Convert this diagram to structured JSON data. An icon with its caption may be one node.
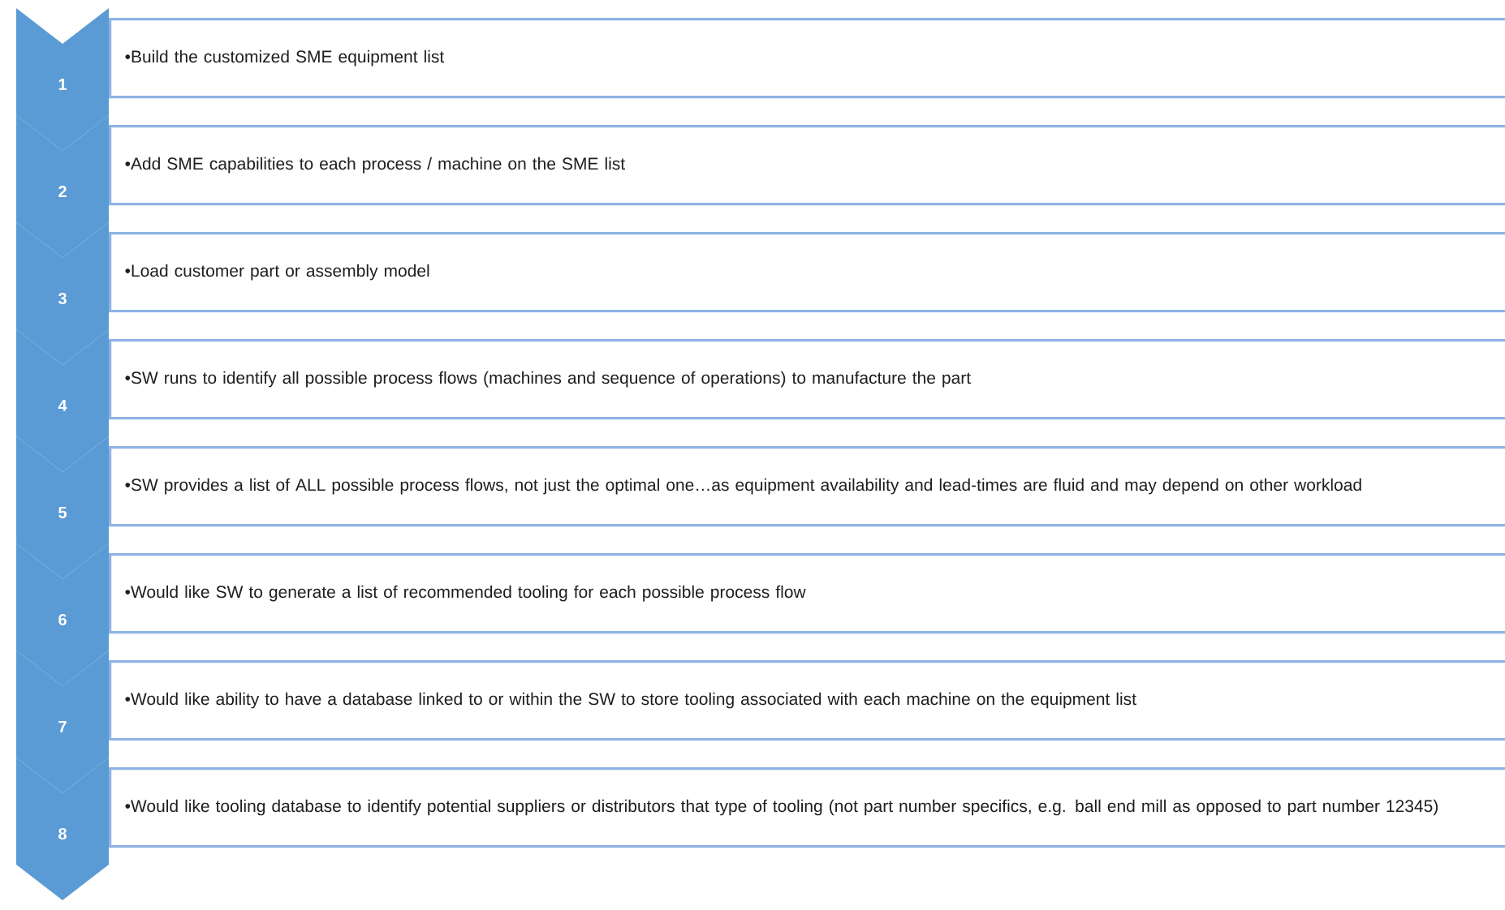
{
  "diagram": {
    "nodes": [
      {
        "text": [
          "1"
        ]
      },
      {
        "text": [
          "•Build the customized SME equipment list"
        ]
      },
      {
        "text": [
          "2"
        ]
      },
      {
        "text": [
          "•Add SME capabilities to each process / machine on the SME list"
        ]
      },
      {
        "text": [
          "3"
        ]
      },
      {
        "text": [
          "•Load customer part or assembly model"
        ]
      },
      {
        "text": [
          "4"
        ]
      },
      {
        "text": [
          "•SW runs to identify all possible process flows (machines and sequence of operations) to manufacture the part"
        ]
      },
      {
        "text": [
          "5"
        ]
      },
      {
        "text": [
          "•SW provides a list of ALL possible process flows, not just the optimal one…as equipment availability and lead-times are fluid and may depend on other workload"
        ]
      },
      {
        "text": [
          "6"
        ]
      },
      {
        "text": [
          "•Would like SW to generate a list of recommended tooling for each possible process flow"
        ]
      },
      {
        "text": [
          "7"
        ]
      },
      {
        "text": [
          "•Would like ability to have a database linked to or within the SW to store tooling associated with each machine on the equipment list"
        ]
      },
      {
        "text": [
          "8"
        ]
      },
      {
        "text": [
          "•Would like tooling database to identify potential suppliers or distributors that type of tooling (not part number specifics, e.g. ball end mill as opposed to part number 12345)"
        ]
      }
    ]
  }
}
